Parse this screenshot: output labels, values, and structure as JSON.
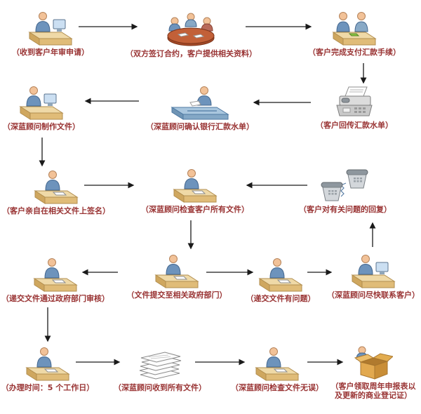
{
  "styles": {
    "background": "#ffffff",
    "label_color": "#993333",
    "arrow_color": "#1a1a1a"
  },
  "flow": {
    "nodes": [
      {
        "id": "receive-application",
        "label": "（收到客户年审申请）",
        "icon": "person-desk-computer-icon"
      },
      {
        "id": "sign-contract",
        "label": "（双方签订合约，客户提供相关资料）",
        "icon": "meeting-table-icon"
      },
      {
        "id": "client-payment",
        "label": "（客户完成支付汇款手续）",
        "icon": "two-person-desk-icon"
      },
      {
        "id": "fax-remittance",
        "label": "（客户回传汇款水单）",
        "icon": "fax-machine-icon"
      },
      {
        "id": "confirm-remittance",
        "label": "（深蓝顾问确认银行汇款水单）",
        "icon": "person-scanner-icon"
      },
      {
        "id": "prepare-documents",
        "label": "（深蓝顾问制作文件）",
        "icon": "person-desk-computer-icon"
      },
      {
        "id": "client-sign",
        "label": "（客户亲自在相关文件上签名）",
        "icon": "person-desk-paper-icon"
      },
      {
        "id": "check-documents",
        "label": "（深蓝顾问检查客户所有文件）",
        "icon": "person-desk-paper-icon"
      },
      {
        "id": "client-reply",
        "label": "（客户对有关问题的回复）",
        "icon": "telephones-icon"
      },
      {
        "id": "government-approved",
        "label": "（递交文件通过政府部门审核）",
        "icon": "person-desk-paper-icon"
      },
      {
        "id": "submit-government",
        "label": "（文件提交至相关政府部门）",
        "icon": "person-desk-paper-icon"
      },
      {
        "id": "document-problem",
        "label": "（递交文件有问题）",
        "icon": "person-desk-paper-icon"
      },
      {
        "id": "contact-client",
        "label": "（深蓝顾问尽快联系客户）",
        "icon": "person-desk-computer-icon"
      },
      {
        "id": "processing-time",
        "label": "（办理时间：5 个工作日）",
        "icon": "person-desk-paper-icon"
      },
      {
        "id": "receive-all-documents",
        "label": "（深蓝顾问收到所有文件）",
        "icon": "paper-stack-icon"
      },
      {
        "id": "verify-documents",
        "label": "（深蓝顾问检查文件无误）",
        "icon": "person-desk-paper-icon"
      },
      {
        "id": "client-collect",
        "label": "（客户领取周年申报表以及更新的商业登记证）",
        "label_lines": [
          "（客户领取周年申报表以",
          "及更新的商业登记证）"
        ],
        "icon": "carton-box-icon"
      }
    ],
    "edges": [
      {
        "from": "receive-application",
        "to": "sign-contract"
      },
      {
        "from": "sign-contract",
        "to": "client-payment"
      },
      {
        "from": "client-payment",
        "to": "fax-remittance"
      },
      {
        "from": "fax-remittance",
        "to": "confirm-remittance"
      },
      {
        "from": "confirm-remittance",
        "to": "prepare-documents"
      },
      {
        "from": "prepare-documents",
        "to": "client-sign"
      },
      {
        "from": "client-sign",
        "to": "check-documents"
      },
      {
        "from": "client-reply",
        "to": "check-documents"
      },
      {
        "from": "check-documents",
        "to": "submit-government"
      },
      {
        "from": "submit-government",
        "to": "government-approved"
      },
      {
        "from": "submit-government",
        "to": "document-problem"
      },
      {
        "from": "document-problem",
        "to": "contact-client"
      },
      {
        "from": "contact-client",
        "to": "client-reply"
      },
      {
        "from": "government-approved",
        "to": "processing-time"
      },
      {
        "from": "processing-time",
        "to": "receive-all-documents"
      },
      {
        "from": "receive-all-documents",
        "to": "verify-documents"
      },
      {
        "from": "verify-documents",
        "to": "client-collect"
      }
    ]
  }
}
